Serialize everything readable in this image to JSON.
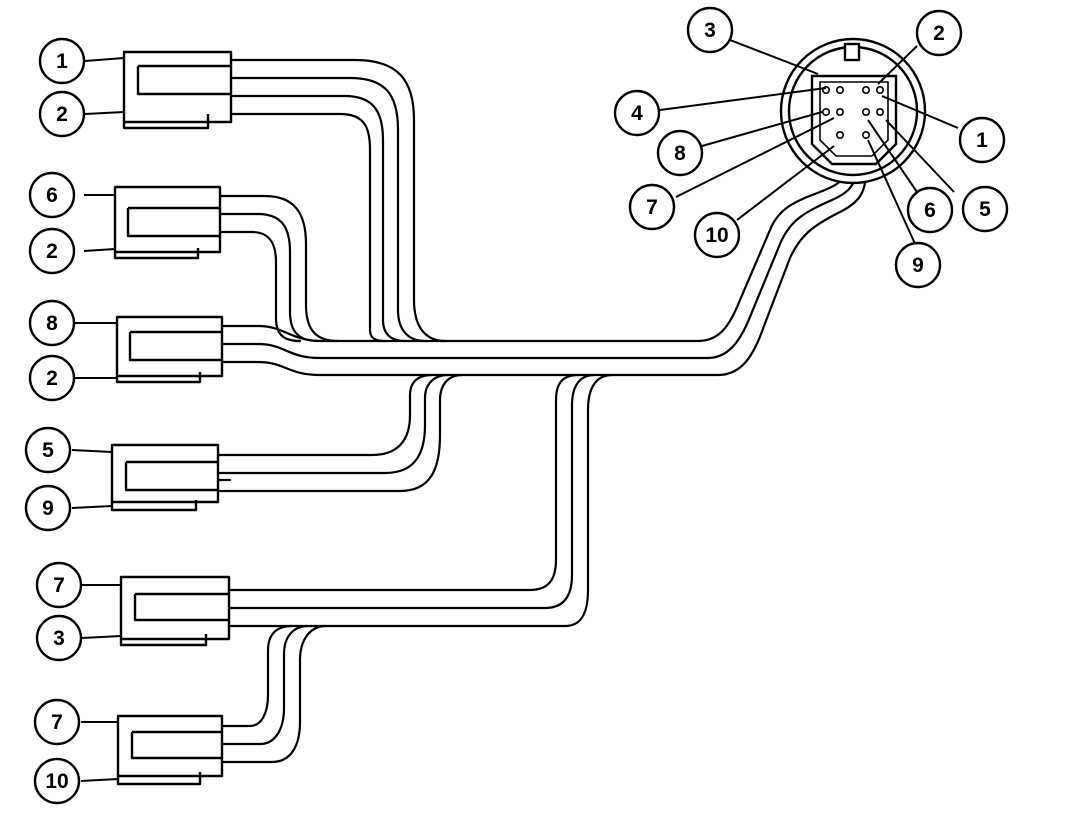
{
  "diagram": {
    "type": "wiring-harness",
    "line_color": "#000000",
    "background": "#ffffff",
    "left_callouts": [
      "1",
      "2",
      "6",
      "2",
      "8",
      "2",
      "5",
      "9",
      "7",
      "3",
      "7",
      "10"
    ],
    "connector_callouts": [
      "3",
      "2",
      "4",
      "1",
      "8",
      "7",
      "6",
      "5",
      "10",
      "9"
    ]
  }
}
